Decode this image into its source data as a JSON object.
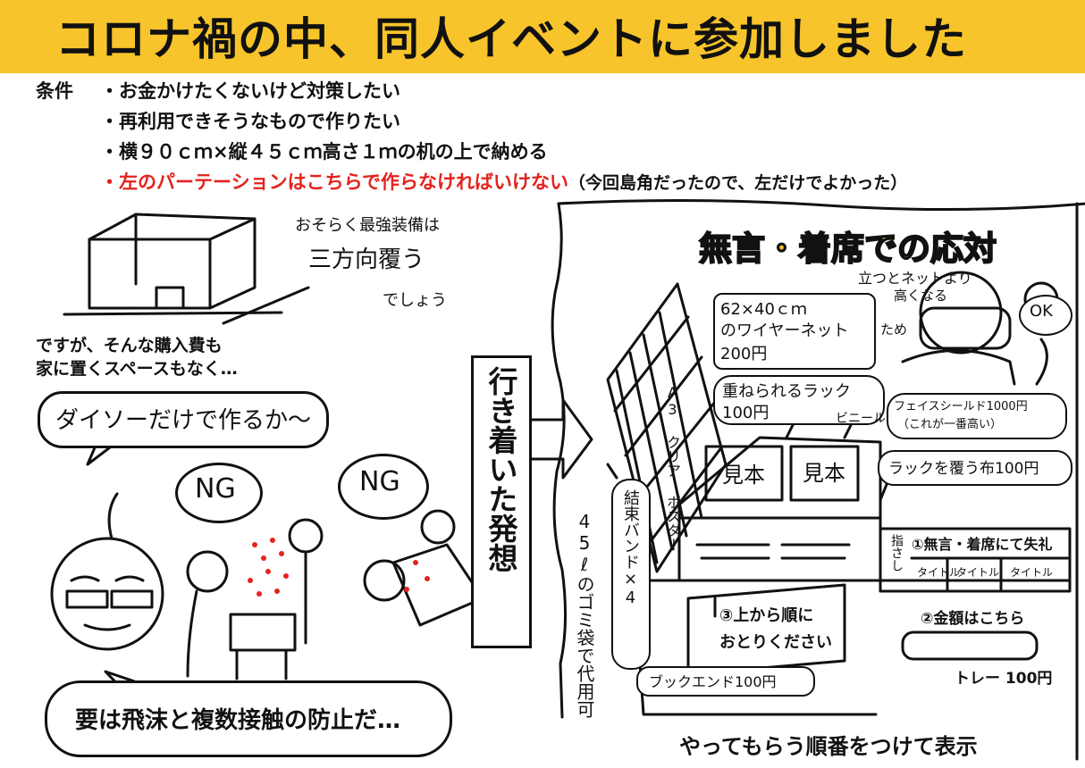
{
  "title": "コロナ禍の中、同人イベントに参加しました",
  "conditions": {
    "label": "条件",
    "items": [
      "・お金かけたくないけど対策したい",
      "・再利用できそうなもので作りたい",
      "・横９０ｃｍ×縦４５ｃｍ高さ１ｍの机の上で納める"
    ],
    "red_item": "・左のパーテーションはこちらで作らなければいけない",
    "red_note": "（今回島角だったので、左だけでよかった）"
  },
  "left": {
    "strongest_1": "おそらく最強装備は",
    "strongest_2": "三方向覆う",
    "strongest_3": "でしょう",
    "however_1": "ですが、そんな購入費も",
    "however_2": "家に置くスペースもなく…",
    "daiso_bubble": "ダイソーだけで作るか～",
    "ng_1": "NG",
    "ng_2": "NG",
    "summary": "要は飛沫と複数接触の防止だ…"
  },
  "middle": {
    "arrived_idea": "行き着いた発想"
  },
  "right": {
    "title": "無言・着席での応対",
    "wire_net_1": "62×40ｃｍ",
    "wire_net_2": "のワイヤーネット",
    "wire_net_3": "200円",
    "stand_higher_1": "立つとネットより",
    "stand_higher_2": "高くなる",
    "stand_higher_3": "ため",
    "ok": "OK",
    "rack_1": "重ねられるラック",
    "rack_2": "100円",
    "vinyl": "ビニール",
    "face_shield_1": "フェイスシールド1000円",
    "face_shield_2": "（これが一番高い）",
    "cloth": "ラックを覆う布100円",
    "a3_poster": "A3 クリア ポスター",
    "sample_1": "見本",
    "sample_2": "見本",
    "cable_ties": "結束バンド×4",
    "trash_bag": "45ℓのゴミ袋で代用可",
    "step1_title": "①無言・着席にて失礼",
    "step1_side": "指さし",
    "step1_tags": [
      "タイトル",
      "タイトル",
      "タイトル"
    ],
    "step2": "②金額はこちら",
    "step3_1": "③上から順に",
    "step3_2": "おとりください",
    "tray": "トレー 100円",
    "bookend": "ブックエンド100円",
    "bottom_caption": "やってもらう順番をつけて表示"
  },
  "colors": {
    "banner": "#f7c42b",
    "red_text": "#e3231d",
    "ink": "#111111"
  }
}
